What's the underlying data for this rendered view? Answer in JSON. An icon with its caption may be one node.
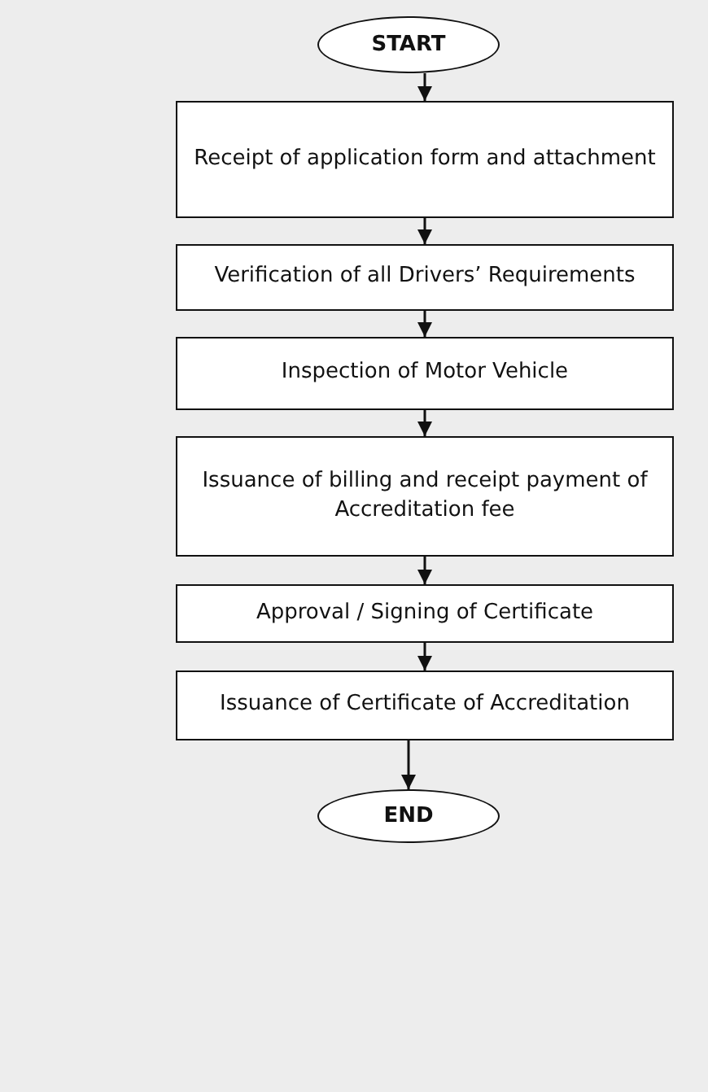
{
  "diagram": {
    "nodes": [
      {
        "text": [
          "START"
        ]
      },
      {
        "text": [
          "Receipt of application form and attachment"
        ]
      },
      {
        "text": [
          "Verification of all Drivers’ Requirements"
        ]
      },
      {
        "text": [
          "Inspection of Motor Vehicle"
        ]
      },
      {
        "text": [
          "Issuance of billing and receipt payment of Accreditation fee"
        ]
      },
      {
        "text": [
          "Approval / Signing of Certificate"
        ]
      },
      {
        "text": [
          "Issuance of Certificate of Accreditation"
        ]
      },
      {
        "text": [
          "END"
        ]
      }
    ],
    "edges": [
      {
        "from": 0,
        "to": 1,
        "arrow": "to"
      },
      {
        "from": 1,
        "to": 2,
        "arrow": "to"
      },
      {
        "from": 2,
        "to": 3,
        "arrow": "to"
      },
      {
        "from": 3,
        "to": 4,
        "arrow": "to"
      },
      {
        "from": 4,
        "to": 5,
        "arrow": "to"
      },
      {
        "from": 5,
        "to": 6,
        "arrow": "to"
      },
      {
        "from": 6,
        "to": 7,
        "arrow": "to"
      }
    ]
  }
}
